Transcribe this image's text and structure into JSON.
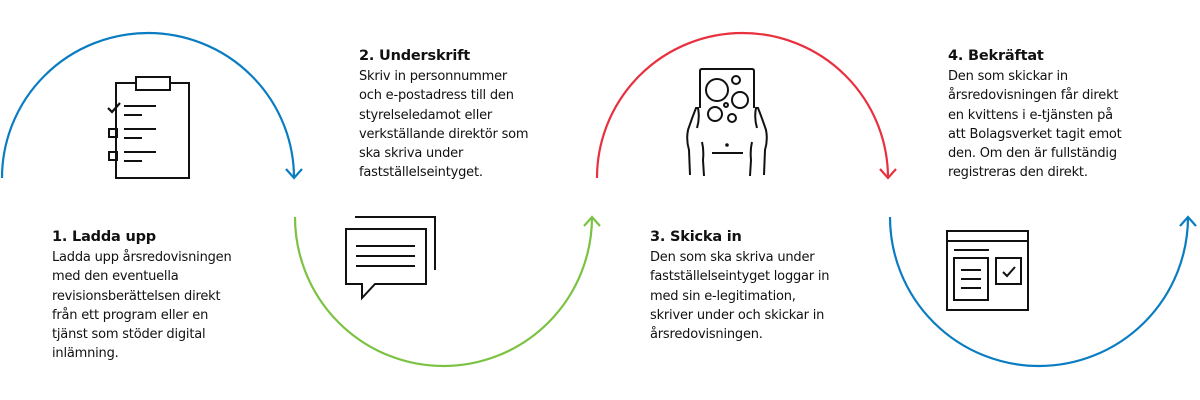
{
  "colors": {
    "blue": "#0a7dc2",
    "green": "#7cc242",
    "red": "#e8303f",
    "ink": "#111111"
  },
  "steps": [
    {
      "title": "1. Ladda upp",
      "lines": [
        "Ladda upp årsredovisningen",
        "med den eventuella",
        "revisionsberättelsen direkt",
        "från ett program eller en",
        "tjänst som stöder digital",
        "inlämning."
      ],
      "icon": "clipboard-checklist-icon"
    },
    {
      "title": "2. Underskrift",
      "lines": [
        "Skriv in personnummer",
        "och e-postadress till den",
        "styrelseledamot eller",
        "verkställande direktör som",
        "ska skriva under",
        "fastställelseintyget."
      ],
      "icon": "chat-bubbles-icon"
    },
    {
      "title": "3. Skicka in",
      "lines": [
        "Den som ska skriva under",
        "fastställelseintyget loggar in",
        "med sin e-legitimation,",
        "skriver under och skickar in",
        "årsredovisningen."
      ],
      "icon": "tablet-hands-icon"
    },
    {
      "title": "4. Bekräftat",
      "lines": [
        "Den som skickar in",
        "årsredovisningen får direkt",
        "en kvittens i e-tjänsten på",
        "att Bolagsverket tagit emot",
        "den. Om den är fullständig",
        "registreras den direkt."
      ],
      "icon": "browser-receipt-icon"
    }
  ]
}
